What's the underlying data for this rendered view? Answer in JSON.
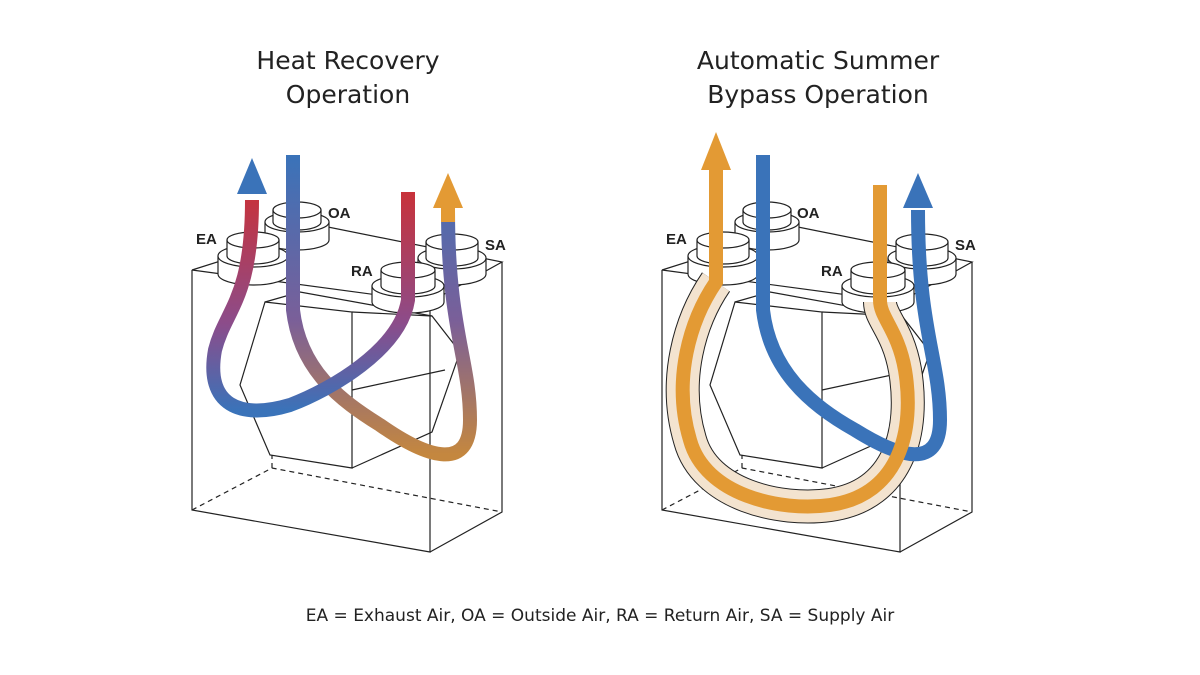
{
  "diagrams": [
    {
      "title_line1": "Heat Recovery",
      "title_line2": "Operation",
      "labels": {
        "ea": "EA",
        "oa": "OA",
        "ra": "RA",
        "sa": "SA"
      }
    },
    {
      "title_line1": "Automatic Summer",
      "title_line2": "Bypass Operation",
      "labels": {
        "ea": "EA",
        "oa": "OA",
        "ra": "RA",
        "sa": "SA"
      }
    }
  ],
  "legend": "EA = Exhaust Air,  OA = Outside Air,  RA = Return Air,  SA = Supply Air",
  "colors": {
    "cold": "#3a73b9",
    "warm": "#e39a34",
    "hot": "#c8323a",
    "mixed": "#8a5a8a",
    "bypass_sleeve": "#f3e3cf",
    "line": "#222222"
  }
}
